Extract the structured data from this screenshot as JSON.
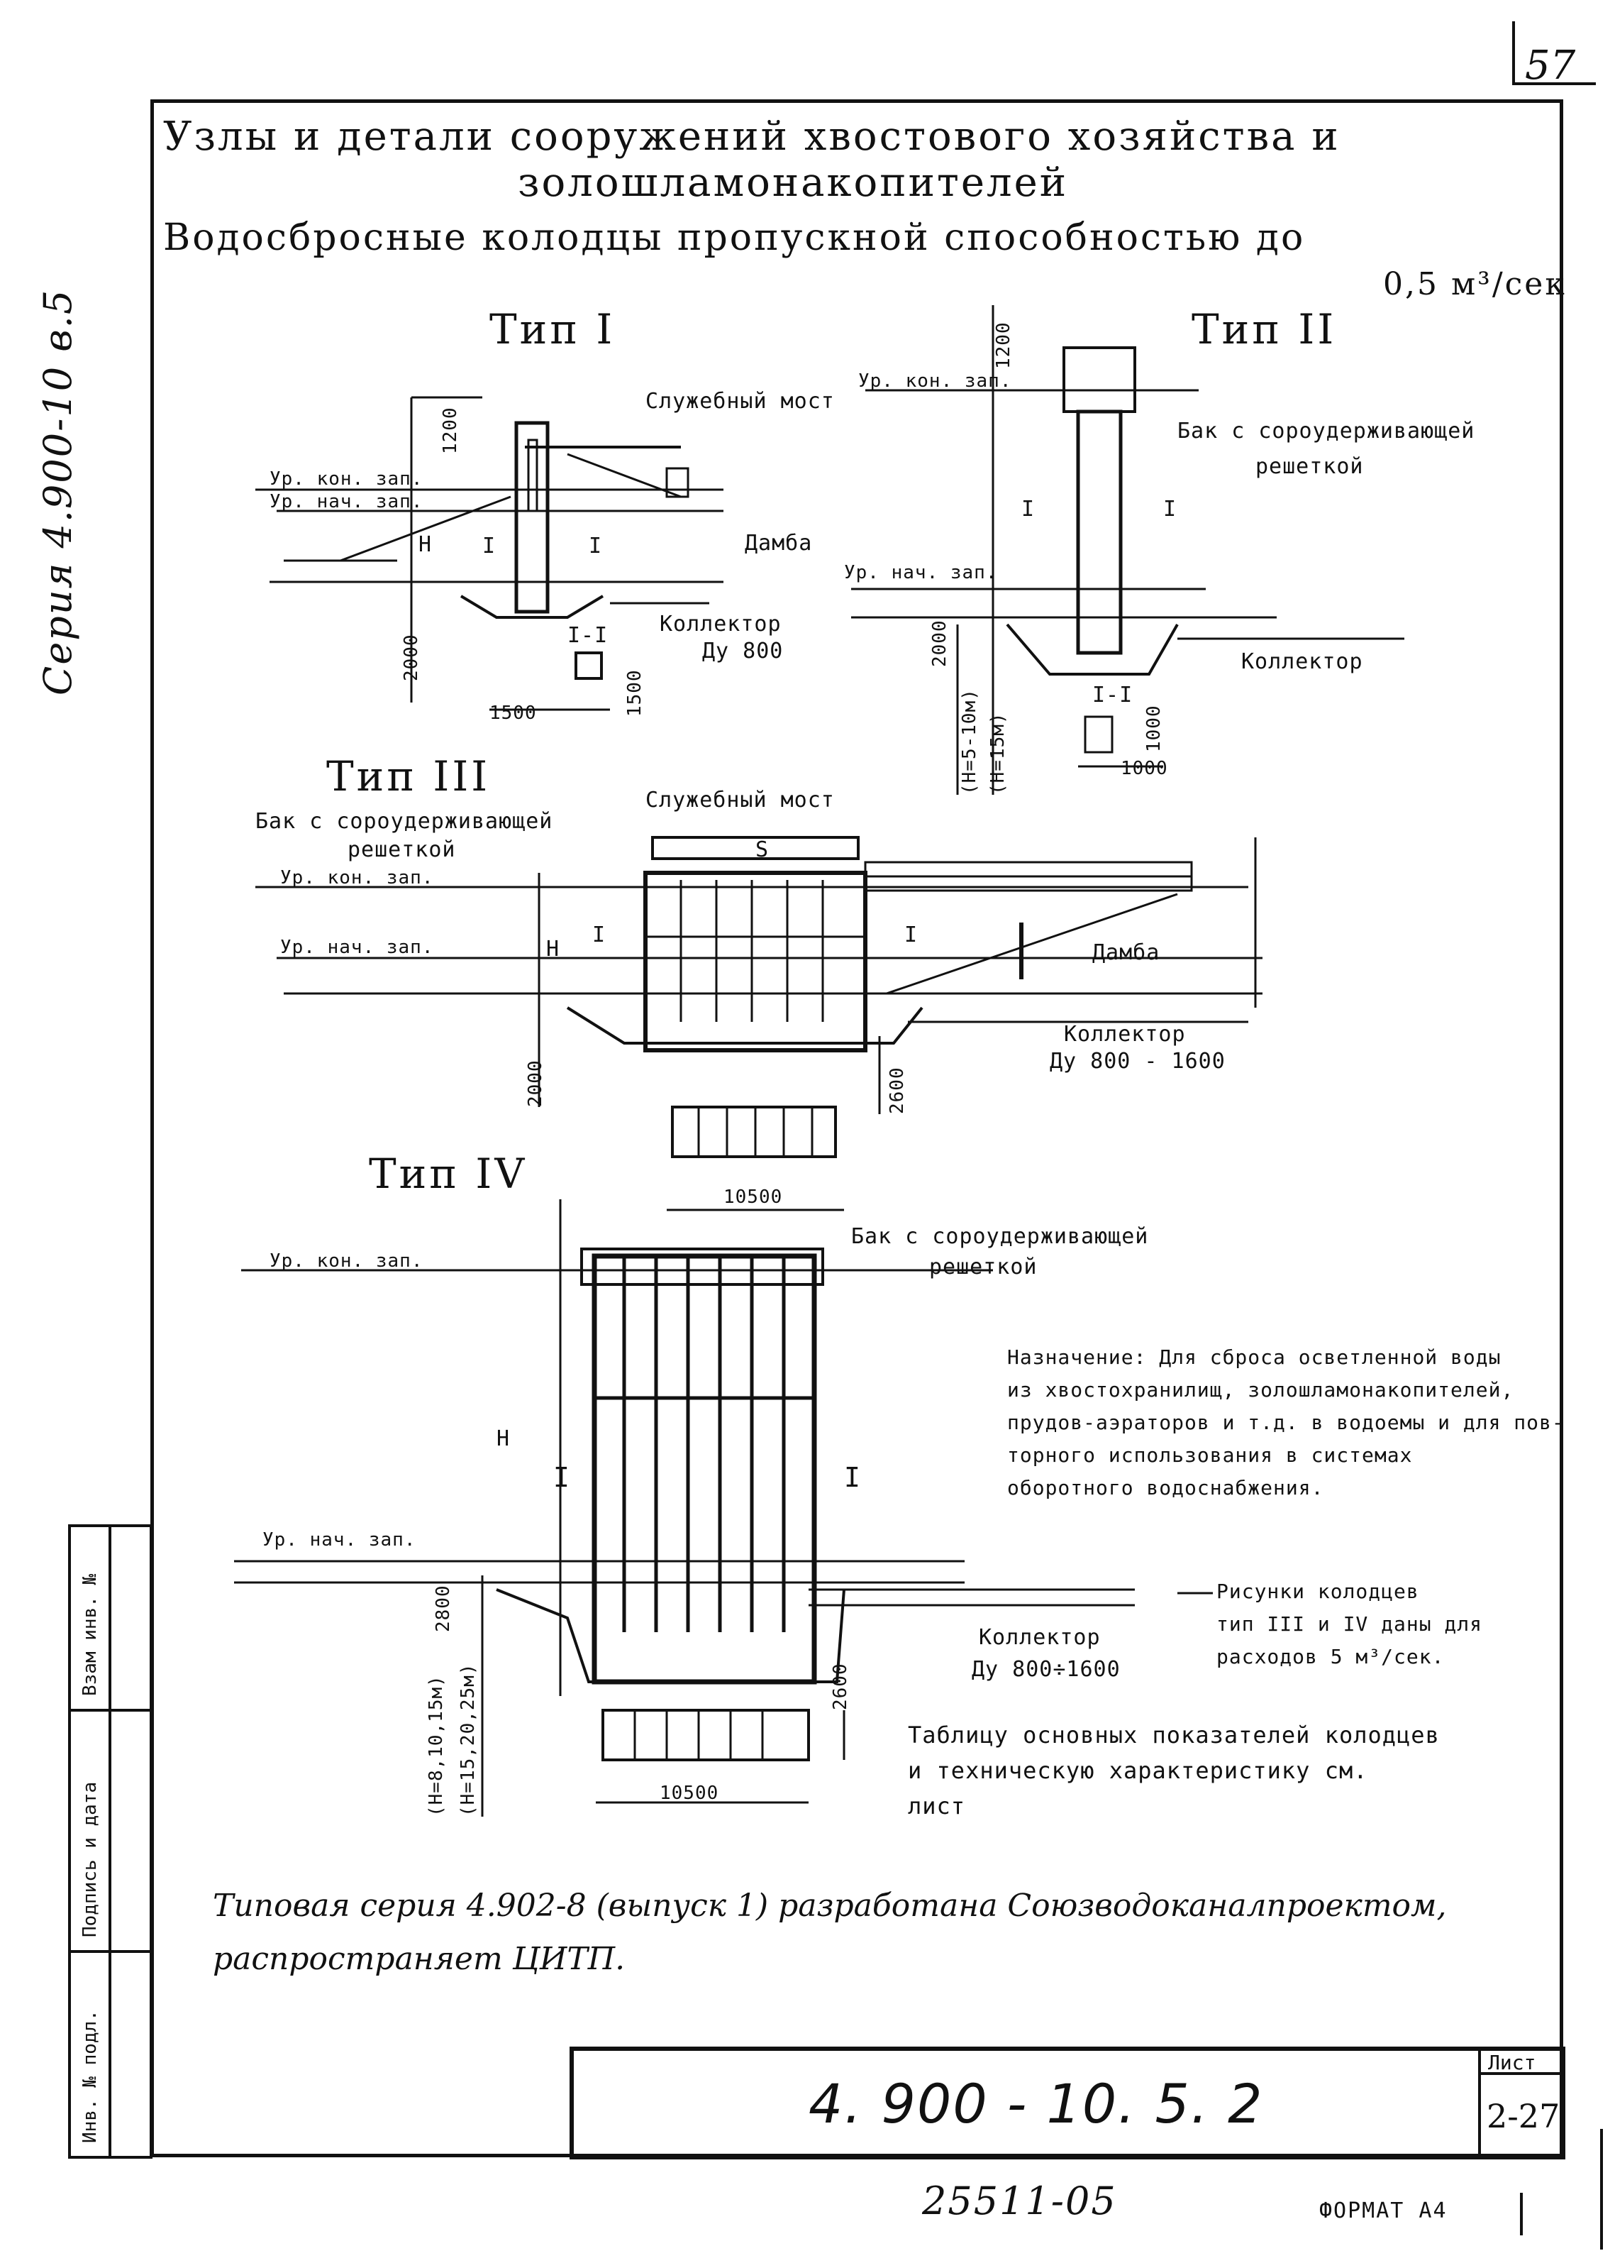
{
  "sheet": {
    "page_number": "57",
    "series_side": "Серия 4.900-10 в.5",
    "title_line1": "Узлы и детали сооружений хвостового хозяйства и",
    "title_line2": "золошламонакопителей",
    "subtitle": "Водосбросные колодцы пропускной способностью до",
    "capacity": "0,5 м³/сек",
    "format": "ФОРМАТ А4",
    "archive_number": "25511-05"
  },
  "type1": {
    "title": "Тип I",
    "service_bridge": "Служебный мост",
    "level_final": "Ур. кон. зап.",
    "level_initial": "Ур. нач. зап.",
    "dam": "Дамба",
    "collector": "Коллектор",
    "diameter": "Ду 800",
    "section": "I-I",
    "dim_1200": "1200",
    "dim_2000": "2000",
    "dim_1500": "1500",
    "dim_1500b": "1500",
    "h_mark": "H",
    "sec_mark": "I"
  },
  "type2": {
    "title": "Тип II",
    "level_final": "Ур. кон. зап.",
    "tank": "Бак с сороудерживающей",
    "grate": "решеткой",
    "level_initial": "Ур. нач. зап.",
    "collector": "Коллектор",
    "section": "I-I",
    "dim_1200": "1200",
    "dim_2000": "2000",
    "dim_h1": "(H=5-10м)",
    "dim_h2": "(H=15м)",
    "dim_1000": "1000",
    "dim_1000b": "1000",
    "sec_mark": "I"
  },
  "type3": {
    "title": "Тип III",
    "tank": "Бак с сороудерживающей",
    "grate": "решеткой",
    "service_bridge": "Служебный мост",
    "level_final": "Ур. кон. зап.",
    "level_initial": "Ур. нач. зап.",
    "dam": "Дамба",
    "collector": "Коллектор",
    "diameter": "Ду 800 - 1600",
    "dim_2000": "2000",
    "dim_2600": "2600",
    "dim_10500": "10500",
    "h_mark": "H",
    "mark_s": "S",
    "sec_mark": "I"
  },
  "type4": {
    "title": "Тип IV",
    "level_final": "Ур. кон. зап.",
    "tank": "Бак с сороудерживающей",
    "grate": "решеткой",
    "level_initial": "Ур. нач. зап.",
    "h_mark": "H",
    "sec_mark": "I",
    "collector": "Коллектор",
    "diameter": "Ду 800÷1600",
    "dim_2600": "2600",
    "dim_10500": "10500",
    "dim_2800": "2800",
    "dim_h1": "(H=8,10,15м)",
    "dim_h2": "(H=15,20,25м)"
  },
  "notes": {
    "purpose": [
      "Назначение:  Для сброса осветленной воды",
      "из хвостохранилищ, золошламонакопителей,",
      "прудов-аэраторов и т.д. в водоемы и для пов-",
      "торного использования в системах",
      "оборотного водоснабжения."
    ],
    "drawings": [
      "Рисунки колодцев",
      "тип III и IV даны для",
      "расходов 5 м³/сек."
    ],
    "table_ref": [
      "Таблицу основных показателей колодцев",
      "и техническую характеристику  см.",
      "лист"
    ],
    "series_info": [
      "Типовая серия 4.902-8 (выпуск 1) разработана Союзводоканалпроектом,",
      "распространяет ЦИТП."
    ]
  },
  "title_block": {
    "code": "4. 900 - 10. 5. 2",
    "sheet_label": "Лист",
    "sheet_value": "2-27"
  },
  "side_stamp": {
    "col1": "Взам инв. №",
    "col2": "Подпись и дата",
    "col3": "Инв. № подл."
  }
}
